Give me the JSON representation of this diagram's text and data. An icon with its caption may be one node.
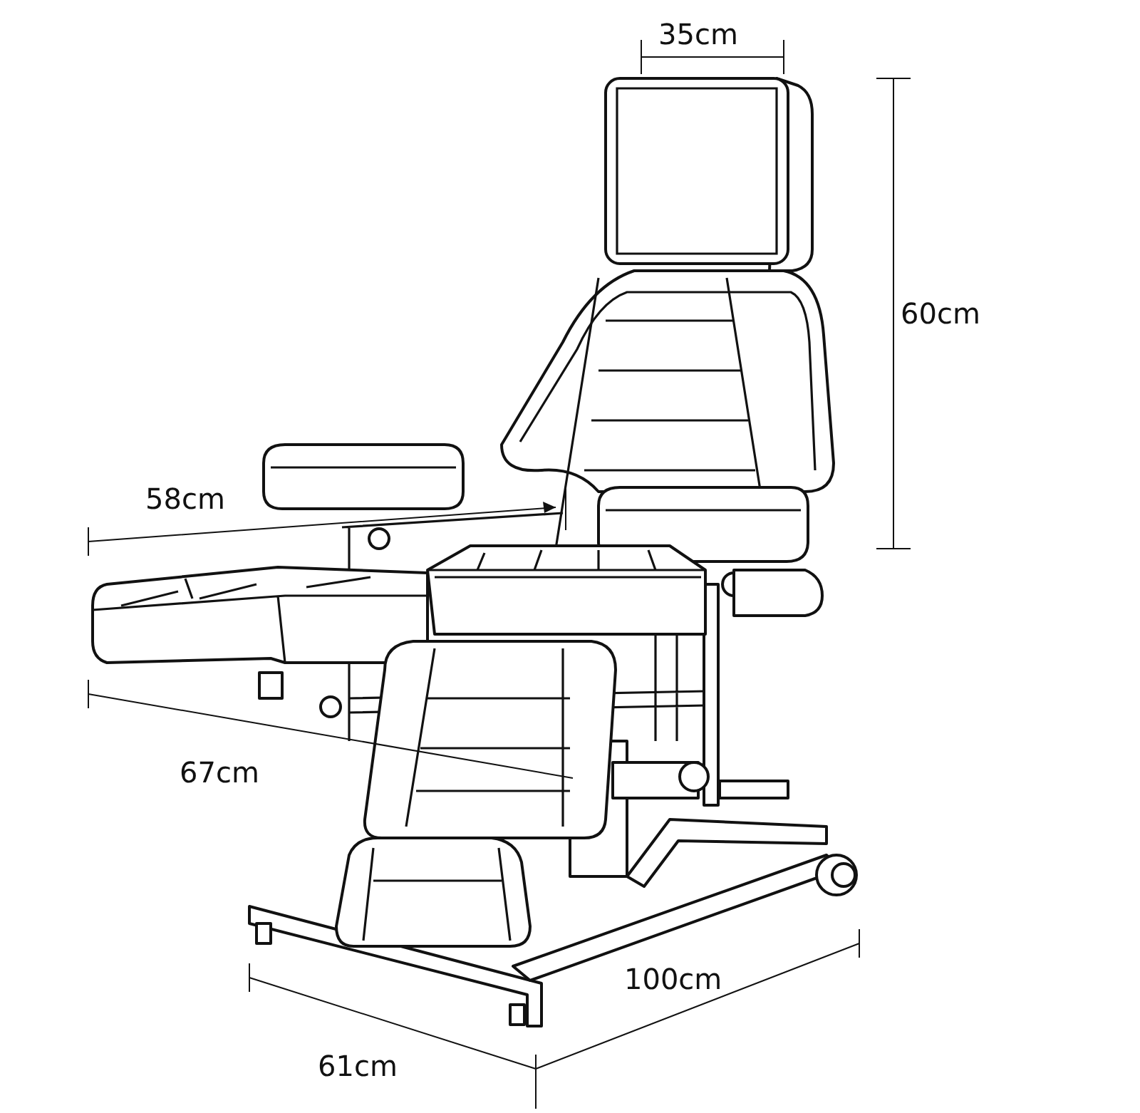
{
  "diagram": {
    "labels": [
      "35cm",
      "60cm",
      "58cm",
      "67cm",
      "100cm",
      "61cm"
    ]
  }
}
